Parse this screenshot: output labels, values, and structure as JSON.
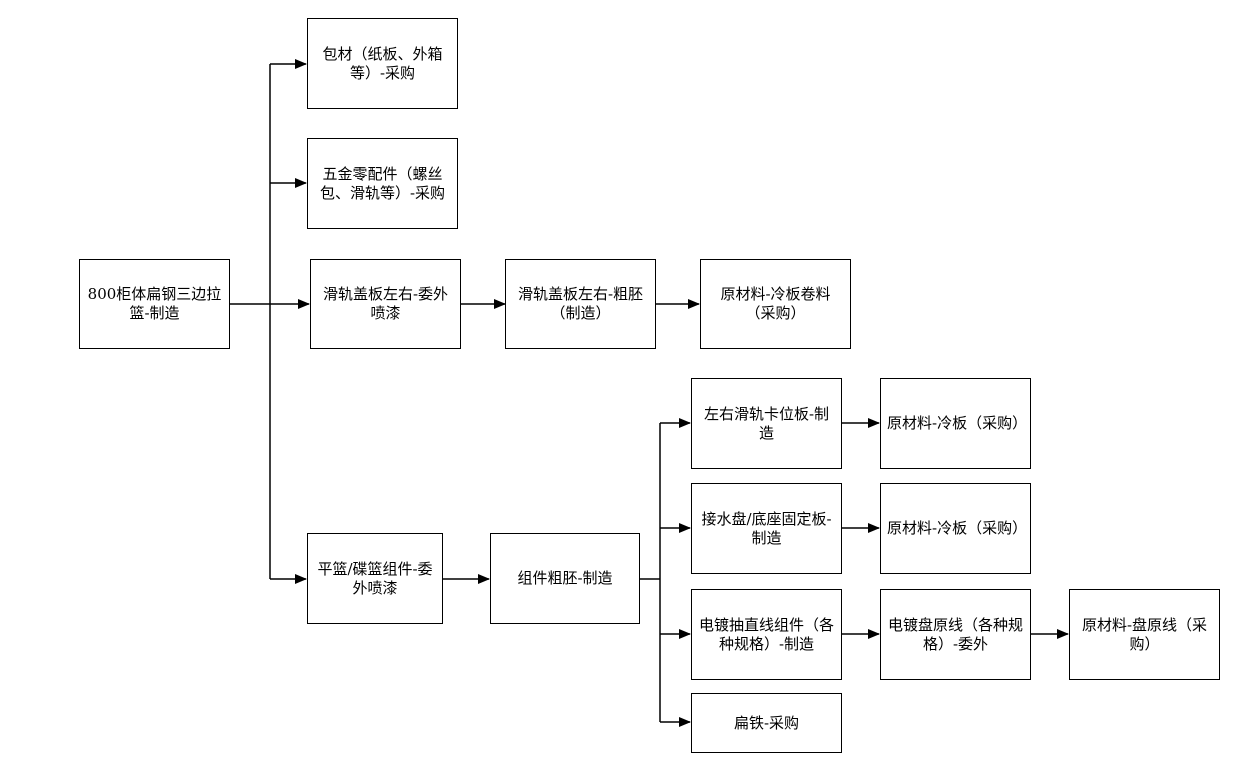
{
  "nodes": {
    "root": "800柜体扁钢三边拉篮-制造",
    "packaging": "包材（纸板、外箱等）-采购",
    "hardware": "五金零配件（螺丝包、滑轨等）-采购",
    "slide_cover_paint": "滑轨盖板左右-委外喷漆",
    "slide_cover_blank": "滑轨盖板左右-粗胚（制造）",
    "cold_coil": "原材料-冷板卷料（采购）",
    "basket_paint": "平篮/碟篮组件-委外喷漆",
    "assembly_blank": "组件粗胚-制造",
    "clip_plate": "左右滑轨卡位板-制造",
    "cold_plate_1": "原材料-冷板（采购）",
    "drip_tray": "接水盘/底座固定板-制造",
    "cold_plate_2": "原材料-冷板（采购）",
    "plated_wire": "电镀抽直线组件（各种规格）-制造",
    "plated_coil": "电镀盘原线（各种规格）-委外",
    "coil_wire": "原材料-盘原线（采购）",
    "flat_iron": "扁铁-采购"
  }
}
